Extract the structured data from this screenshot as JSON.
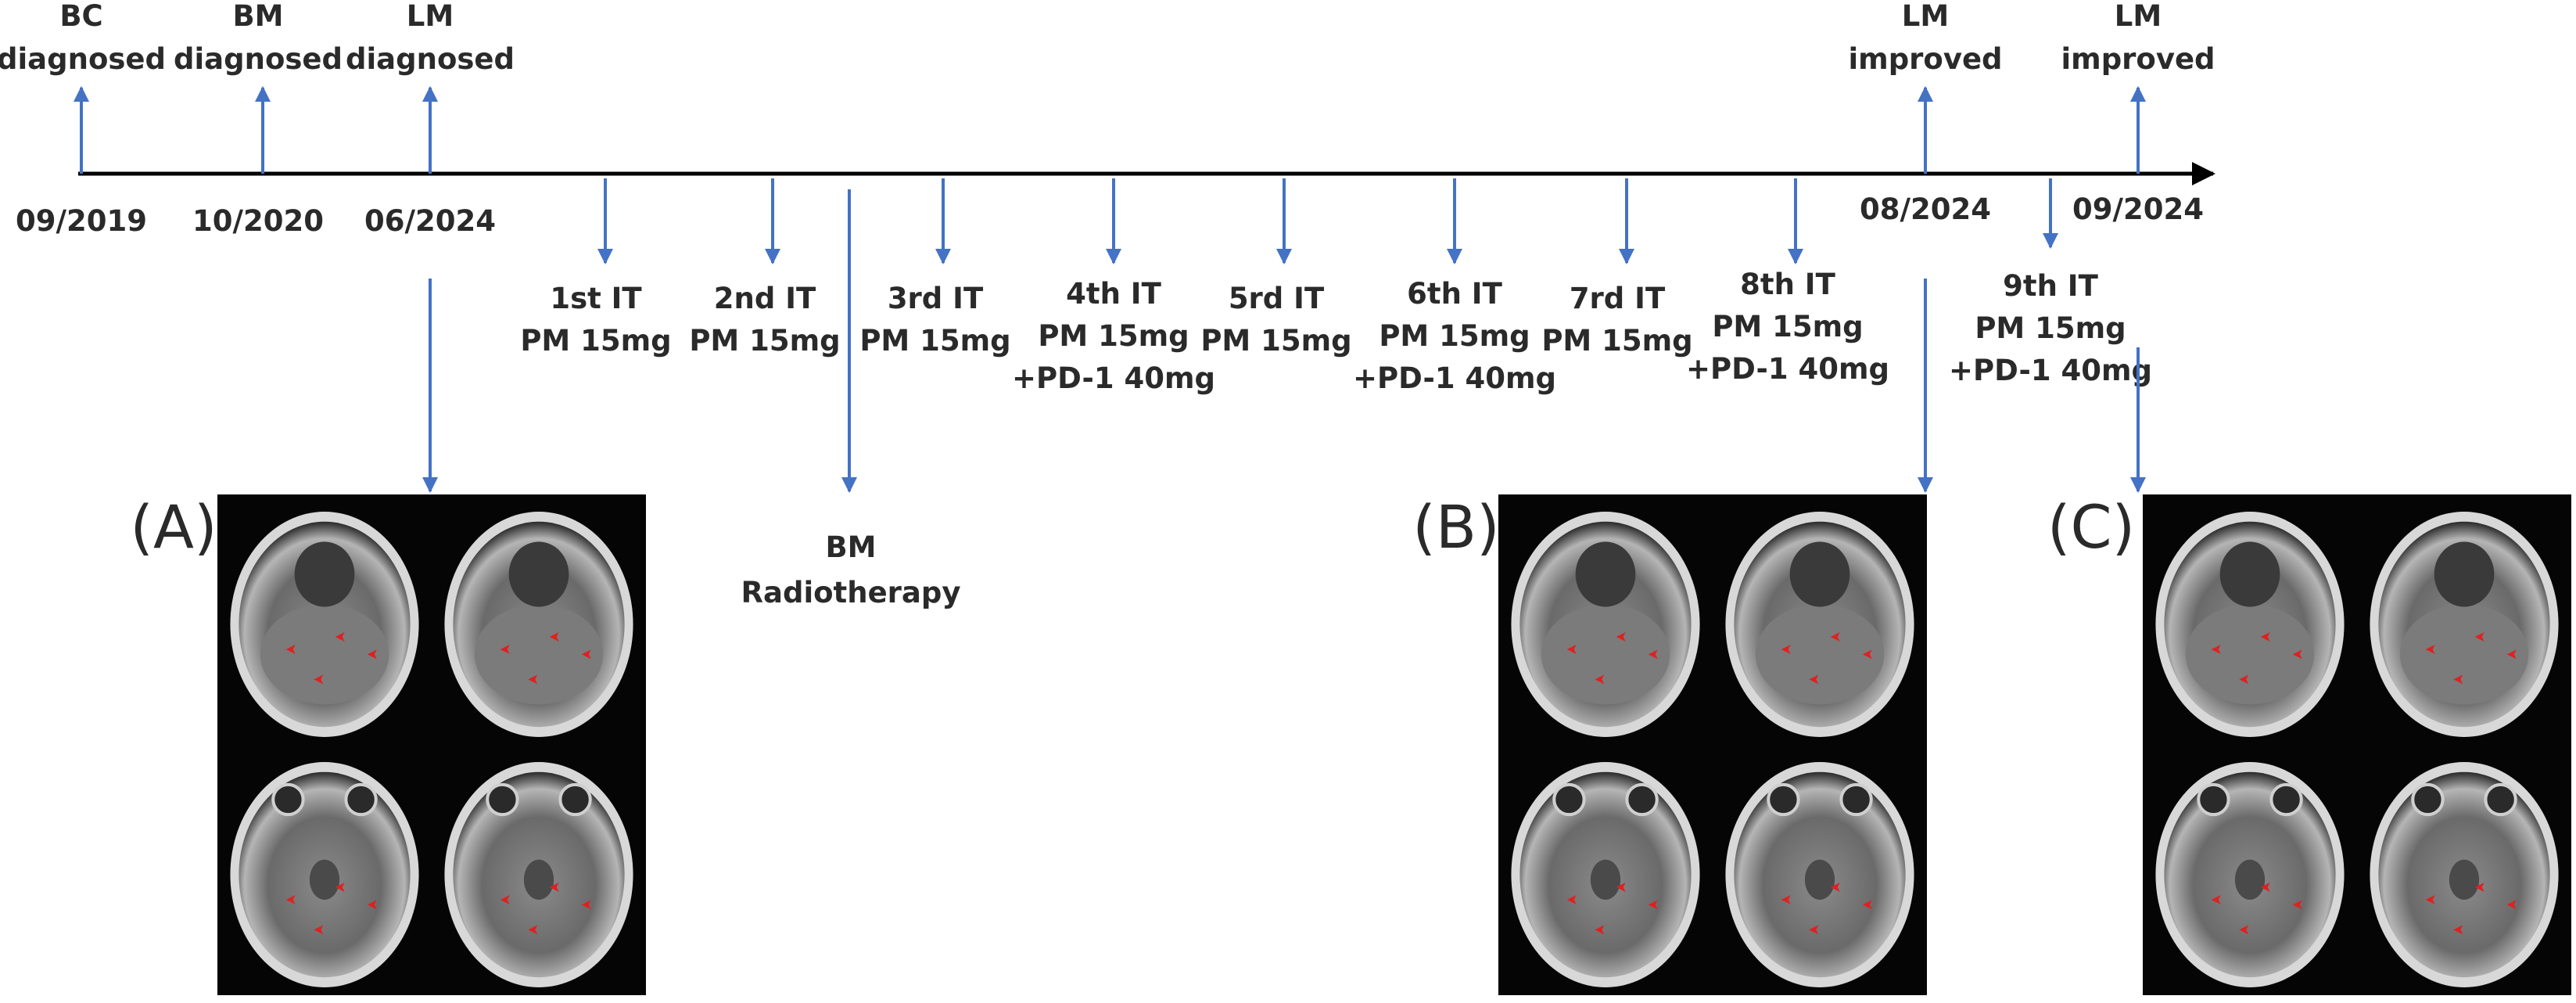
{
  "top_events": [
    {
      "id": "bc",
      "line1": "BC",
      "line2": "diagnosed",
      "date": "09/2019"
    },
    {
      "id": "bm",
      "line1": "BM",
      "line2": "diagnosed",
      "date": "10/2020"
    },
    {
      "id": "lm",
      "line1": "LM",
      "line2": "diagnosed",
      "date": "06/2024"
    },
    {
      "id": "lm-improved-1",
      "line1": "LM",
      "line2": "improved",
      "date": "08/2024"
    },
    {
      "id": "lm-improved-2",
      "line1": "LM",
      "line2": "improved",
      "date": "09/2024"
    }
  ],
  "treatments": [
    {
      "id": "it1",
      "lines": [
        "1st IT",
        "PM 15mg"
      ]
    },
    {
      "id": "it2",
      "lines": [
        "2nd IT",
        "PM 15mg"
      ]
    },
    {
      "id": "it3",
      "lines": [
        "3rd IT",
        "PM 15mg"
      ]
    },
    {
      "id": "it4",
      "lines": [
        "4th IT",
        "PM 15mg",
        "+PD-1 40mg"
      ]
    },
    {
      "id": "it5",
      "lines": [
        "5rd IT",
        "PM 15mg"
      ]
    },
    {
      "id": "it6",
      "lines": [
        "6th IT",
        "PM 15mg",
        "+PD-1 40mg"
      ]
    },
    {
      "id": "it7",
      "lines": [
        "7rd IT",
        "PM 15mg"
      ]
    },
    {
      "id": "it8",
      "lines": [
        "8th IT",
        "PM 15mg",
        "+PD-1 40mg"
      ]
    },
    {
      "id": "it9",
      "lines": [
        "9th IT",
        "PM 15mg",
        "+PD-1 40mg"
      ]
    }
  ],
  "radiotherapy": {
    "line1": "BM",
    "line2": "Radiotherapy"
  },
  "panels": [
    {
      "id": "a",
      "label": "(A)"
    },
    {
      "id": "b",
      "label": "(B)"
    },
    {
      "id": "c",
      "label": "(C)"
    }
  ],
  "colors": {
    "arrow": "#4472C4",
    "axis": "#000000",
    "panel_bg": "#050505",
    "lesion": "#e02020"
  }
}
